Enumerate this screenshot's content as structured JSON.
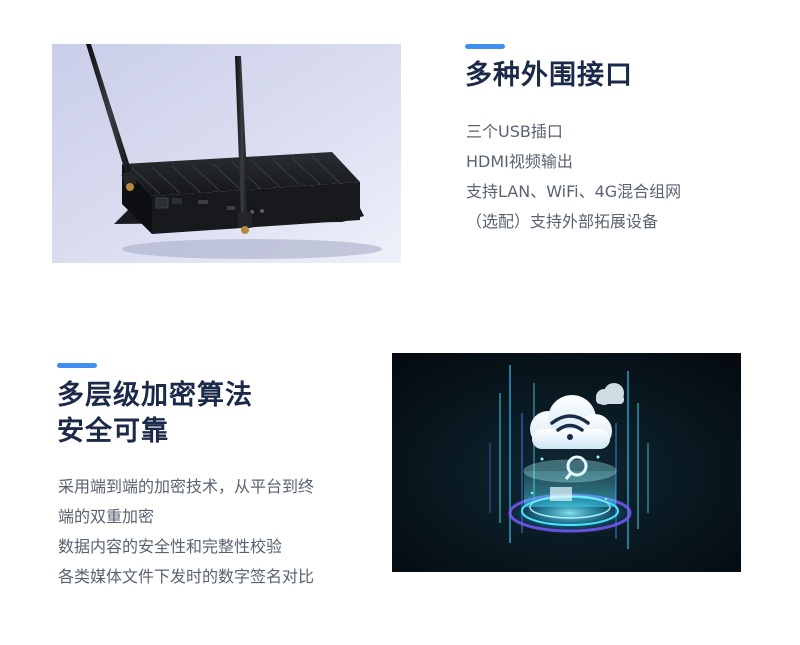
{
  "section1": {
    "heading": "多种外围接口",
    "lines": [
      "三个USB插口",
      "HDMI视频输出",
      "支持LAN、WiFi、4G混合组网",
      "（选配）支持外部拓展设备"
    ]
  },
  "section2": {
    "heading_line1": "多层级加密算法",
    "heading_line2": "安全可靠",
    "lines": [
      "采用端到端的加密技术，从平台到终",
      "端的双重加密",
      "数据内容的安全性和完整性校验",
      "各类媒体文件下发时的数字签名对比"
    ]
  },
  "colors": {
    "accent": "#3f8ff0",
    "heading": "#1c2a4a",
    "body_text": "#5a6272"
  },
  "icons": {
    "photo1": "media-box-with-antennas",
    "photo2": "cloud-wifi-security-hologram"
  }
}
